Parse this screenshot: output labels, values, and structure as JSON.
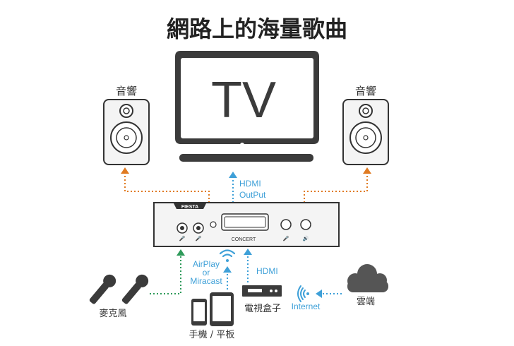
{
  "title": "網路上的海量歌曲",
  "tv": {
    "label": "TV"
  },
  "speakers": {
    "left_label": "音響",
    "right_label": "音響"
  },
  "hdmi_output": {
    "line1": "HDMI",
    "line2": "OutPut"
  },
  "device": {
    "brand": "FIESTA",
    "logo": "CONCERT"
  },
  "airplay": {
    "line1": "AirPlay",
    "line2": "or",
    "line3": "Miracast"
  },
  "hdmi_input": {
    "label": "HDMI"
  },
  "settop_box": {
    "label": "電視盒子"
  },
  "internet": {
    "label": "Internet"
  },
  "cloud": {
    "label": "雲端"
  },
  "microphones": {
    "label": "麥克風"
  },
  "mobile": {
    "label": "手機 / 平板"
  },
  "colors": {
    "dark": "#3b3b3b",
    "speaker_fill": "#f4f4f4",
    "orange": "#e07b22",
    "green": "#2e9a5a",
    "blue": "#3ea0d8",
    "cloud_fill": "#555555"
  },
  "icons": [
    "tv-icon",
    "speaker-icon",
    "microphone-icon",
    "phone-icon",
    "tablet-icon",
    "wifi-icon",
    "settop-box-icon",
    "cloud-icon",
    "signal-icon"
  ]
}
